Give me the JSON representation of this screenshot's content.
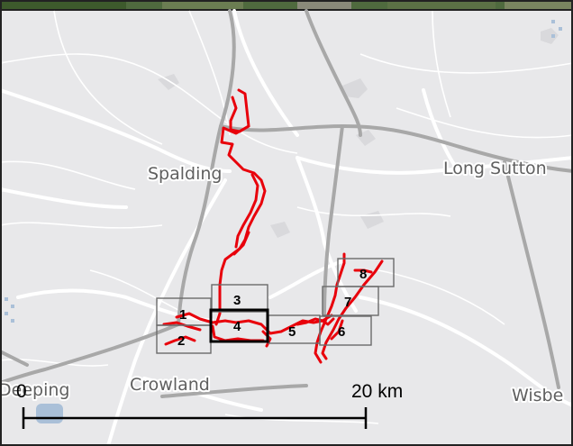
{
  "map": {
    "places": {
      "spalding": "Spalding",
      "long_sutton": "Long Sutton",
      "crowland": "Crowland",
      "deeping": "Deeping",
      "wisbech": "Wisbe"
    },
    "scale_bar": {
      "start_label": "0",
      "end_label": "20 km"
    },
    "boxes": [
      "1",
      "2",
      "3",
      "4",
      "5",
      "6",
      "7",
      "8"
    ],
    "highlighted_box": "4",
    "colors": {
      "route": "#e8000b",
      "land": "#e8e8ea",
      "road": "#ffffff",
      "major_road": "#a8a8a8",
      "box": "#6b6b6b"
    }
  }
}
